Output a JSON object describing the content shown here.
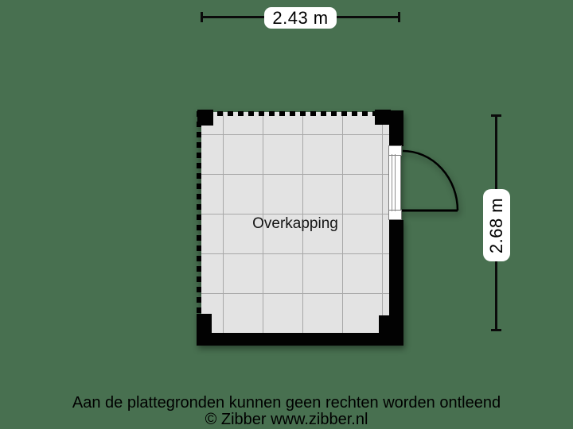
{
  "colors": {
    "background": "#487050",
    "floor": "#e3e3e3",
    "grid_line": "#a8a8a8",
    "wall": "#020202",
    "label_box": "#ffffff",
    "text": "#000000"
  },
  "dimensions": {
    "width": {
      "label": "2.43 m"
    },
    "height": {
      "label": "2.68 m"
    }
  },
  "rooms": [
    {
      "name": "Overkapping"
    }
  ],
  "footer": {
    "disclaimer": "Aan de plattegronden kunnen geen rechten worden ontleend",
    "copyright": "© Zibber www.zibber.nl"
  }
}
